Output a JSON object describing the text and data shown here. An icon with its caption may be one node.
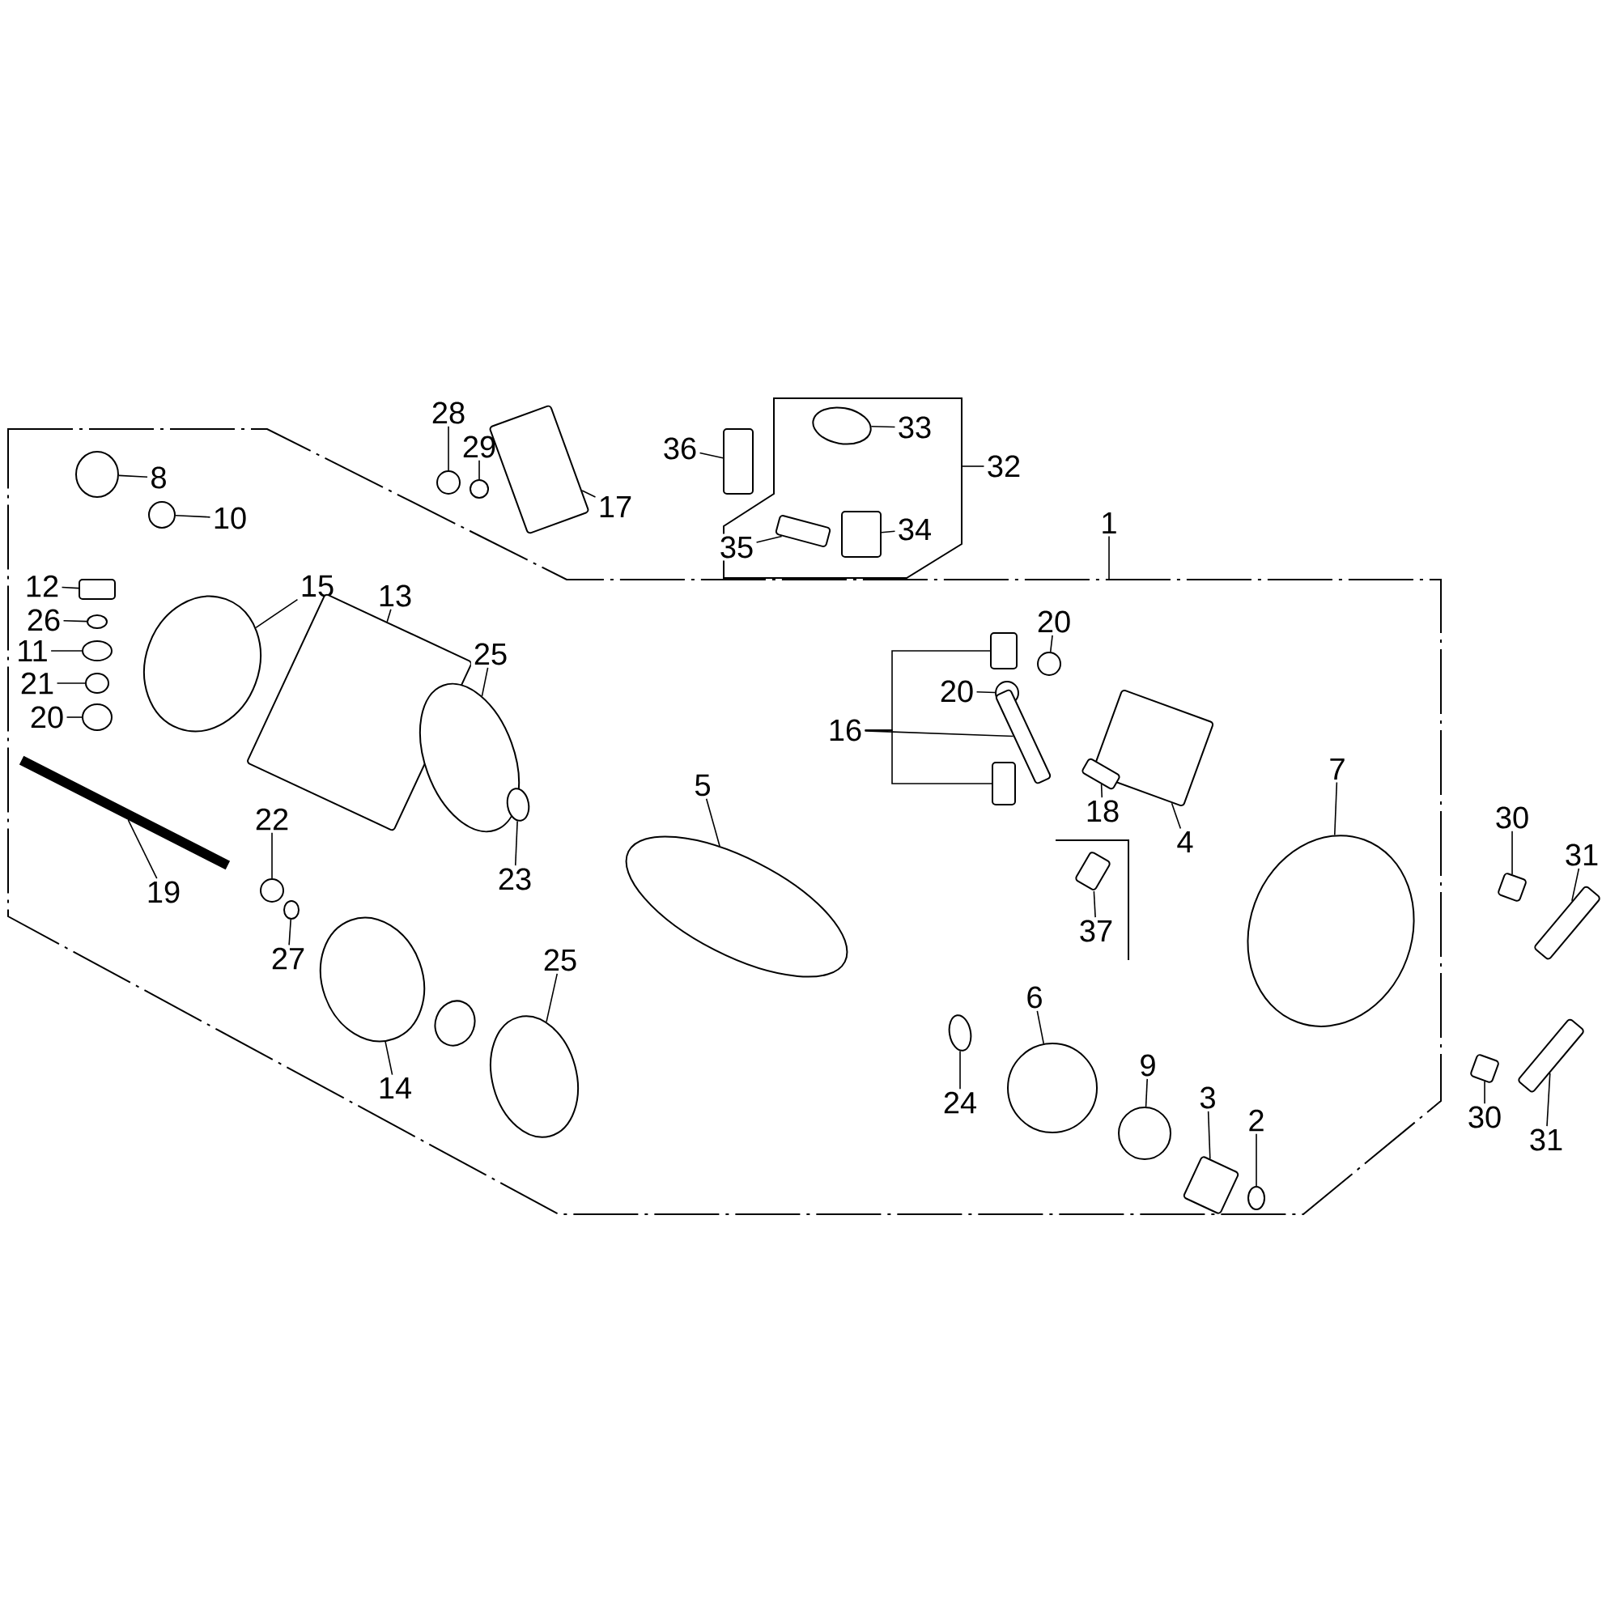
{
  "diagram": {
    "nodes": [
      {
        "text": [
          "28"
        ]
      },
      {
        "text": [],
        "shape": "circle"
      },
      {
        "text": [
          "29"
        ]
      },
      {
        "text": [],
        "shape": "circle"
      },
      {
        "text": [],
        "shape": "box"
      },
      {
        "text": [
          "17"
        ]
      },
      {
        "text": [],
        "shape": "box"
      },
      {
        "text": [
          "36"
        ]
      },
      {
        "text": [],
        "shape": "circle"
      },
      {
        "text": [
          "33"
        ]
      },
      {
        "text": [],
        "shape": "box"
      },
      {
        "text": [
          "35"
        ]
      },
      {
        "text": [],
        "shape": "box"
      },
      {
        "text": [
          "34"
        ]
      },
      {
        "text": [
          "32"
        ]
      },
      {
        "text": [
          "1"
        ]
      },
      {
        "text": [],
        "shape": "circle"
      },
      {
        "text": [
          "8"
        ]
      },
      {
        "text": [],
        "shape": "circle"
      },
      {
        "text": [
          "10"
        ]
      },
      {
        "text": [
          "12"
        ]
      },
      {
        "text": [],
        "shape": "box"
      },
      {
        "text": [
          "26"
        ]
      },
      {
        "text": [],
        "shape": "circle"
      },
      {
        "text": [
          "11"
        ]
      },
      {
        "text": [],
        "shape": "circle"
      },
      {
        "text": [
          "21"
        ]
      },
      {
        "text": [],
        "shape": "circle"
      },
      {
        "text": [
          "20"
        ]
      },
      {
        "text": [],
        "shape": "circle"
      },
      {
        "text": [],
        "shape": "circle"
      },
      {
        "text": [
          "15"
        ]
      },
      {
        "text": [
          "13"
        ]
      },
      {
        "text": [],
        "shape": "box"
      },
      {
        "text": [
          "25"
        ]
      },
      {
        "text": [],
        "shape": "circle"
      },
      {
        "text": [],
        "shape": "bar"
      },
      {
        "text": [
          "19"
        ]
      },
      {
        "text": [
          "22"
        ]
      },
      {
        "text": [],
        "shape": "circle"
      },
      {
        "text": [],
        "shape": "circle"
      },
      {
        "text": [
          "27"
        ]
      },
      {
        "text": [],
        "shape": "circle"
      },
      {
        "text": [
          "14"
        ]
      },
      {
        "text": [
          "23"
        ]
      },
      {
        "text": [],
        "shape": "circle"
      },
      {
        "text": [
          "5"
        ]
      },
      {
        "text": [],
        "shape": "circle"
      },
      {
        "text": [
          "25"
        ]
      },
      {
        "text": [],
        "shape": "circle"
      },
      {
        "text": [
          "20"
        ]
      },
      {
        "text": [],
        "shape": "circle"
      },
      {
        "text": [
          "20"
        ]
      },
      {
        "text": [],
        "shape": "circle"
      },
      {
        "text": [
          "16"
        ]
      },
      {
        "text": [],
        "shape": "box"
      },
      {
        "text": [],
        "shape": "box"
      },
      {
        "text": [],
        "shape": "box"
      },
      {
        "text": [],
        "shape": "box"
      },
      {
        "text": [
          "4"
        ]
      },
      {
        "text": [],
        "shape": "box"
      },
      {
        "text": [
          "18"
        ]
      },
      {
        "text": [
          "7"
        ]
      },
      {
        "text": [],
        "shape": "circle"
      },
      {
        "text": [
          "30"
        ]
      },
      {
        "text": [],
        "shape": "box"
      },
      {
        "text": [
          "31"
        ]
      },
      {
        "text": [],
        "shape": "box"
      },
      {
        "text": [],
        "shape": "box"
      },
      {
        "text": [
          "37"
        ]
      },
      {
        "text": [],
        "shape": "circle"
      },
      {
        "text": [
          "24"
        ]
      },
      {
        "text": [
          "6"
        ]
      },
      {
        "text": [],
        "shape": "circle"
      },
      {
        "text": [
          "9"
        ]
      },
      {
        "text": [],
        "shape": "circle"
      },
      {
        "text": [
          "3"
        ]
      },
      {
        "text": [],
        "shape": "box"
      },
      {
        "text": [
          "2"
        ]
      },
      {
        "text": [],
        "shape": "circle"
      },
      {
        "text": [],
        "shape": "box"
      },
      {
        "text": [
          "30"
        ]
      },
      {
        "text": [],
        "shape": "box"
      },
      {
        "text": [
          "31"
        ]
      }
    ],
    "edges": [
      {
        "from": 0,
        "to": 1,
        "arrow": "none"
      },
      {
        "from": 2,
        "to": 3,
        "arrow": "none"
      },
      {
        "from": 5,
        "to": 4,
        "arrow": "none"
      },
      {
        "from": 7,
        "to": 6,
        "arrow": "none"
      },
      {
        "from": 9,
        "to": 8,
        "arrow": "none"
      },
      {
        "from": 11,
        "to": 10,
        "arrow": "none"
      },
      {
        "from": 13,
        "to": 12,
        "arrow": "none"
      },
      {
        "from": 14,
        "to": null,
        "arrow": "none"
      },
      {
        "from": 15,
        "to": null,
        "arrow": "none"
      },
      {
        "from": 17,
        "to": 16,
        "arrow": "none"
      },
      {
        "from": 19,
        "to": 18,
        "arrow": "none"
      },
      {
        "from": 20,
        "to": 21,
        "arrow": "none"
      },
      {
        "from": 22,
        "to": 23,
        "arrow": "none"
      },
      {
        "from": 24,
        "to": 25,
        "arrow": "none"
      },
      {
        "from": 26,
        "to": 27,
        "arrow": "none"
      },
      {
        "from": 28,
        "to": 29,
        "arrow": "none"
      },
      {
        "from": 31,
        "to": 30,
        "arrow": "none"
      },
      {
        "from": 32,
        "to": 33,
        "arrow": "none"
      },
      {
        "from": 34,
        "to": 35,
        "arrow": "none"
      },
      {
        "from": 37,
        "to": 36,
        "arrow": "none"
      },
      {
        "from": 38,
        "to": 39,
        "arrow": "none"
      },
      {
        "from": 41,
        "to": 40,
        "arrow": "none"
      },
      {
        "from": 43,
        "to": 42,
        "arrow": "none"
      },
      {
        "from": 44,
        "to": 45,
        "arrow": "none"
      },
      {
        "from": 46,
        "to": 47,
        "arrow": "none"
      },
      {
        "from": 48,
        "to": 49,
        "arrow": "none"
      },
      {
        "from": 50,
        "to": 51,
        "arrow": "none"
      },
      {
        "from": 52,
        "to": 53,
        "arrow": "none"
      },
      {
        "from": 54,
        "to": 55,
        "arrow": "none"
      },
      {
        "from": 54,
        "to": 56,
        "arrow": "none"
      },
      {
        "from": 54,
        "to": 57,
        "arrow": "none"
      },
      {
        "from": 59,
        "to": 58,
        "arrow": "none"
      },
      {
        "from": 61,
        "to": 60,
        "arrow": "none"
      },
      {
        "from": 62,
        "to": 63,
        "arrow": "none"
      },
      {
        "from": 64,
        "to": 65,
        "arrow": "none"
      },
      {
        "from": 66,
        "to": 67,
        "arrow": "none"
      },
      {
        "from": 69,
        "to": 68,
        "arrow": "none"
      },
      {
        "from": 71,
        "to": 70,
        "arrow": "none"
      },
      {
        "from": 72,
        "to": 73,
        "arrow": "none"
      },
      {
        "from": 74,
        "to": 75,
        "arrow": "none"
      },
      {
        "from": 76,
        "to": 77,
        "arrow": "none"
      },
      {
        "from": 78,
        "to": 79,
        "arrow": "none"
      },
      {
        "from": 81,
        "to": 80,
        "arrow": "none"
      },
      {
        "from": 83,
        "to": 82,
        "arrow": "none"
      }
    ]
  }
}
